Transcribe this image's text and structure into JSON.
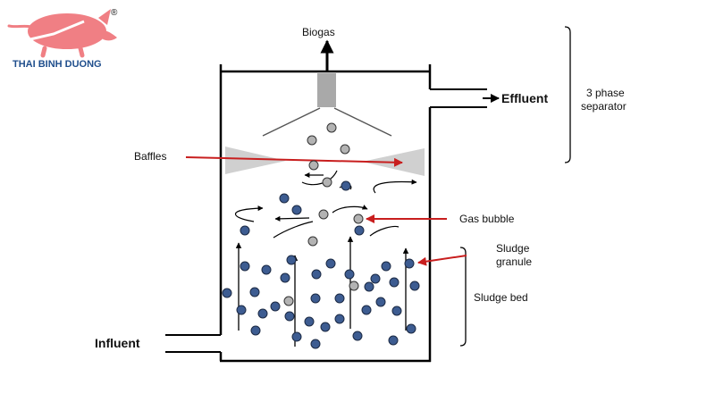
{
  "logo": {
    "brand_text": "THAI BINH DUONG",
    "registered_mark": "®"
  },
  "labels": {
    "biogas": "Biogas",
    "effluent": "Effluent",
    "three_phase_line1": "3 phase",
    "three_phase_line2": "separator",
    "baffles": "Baffles",
    "gas_bubble": "Gas bubble",
    "sludge_granule_line1": "Sludge",
    "sludge_granule_line2": "granule",
    "sludge_bed": "Sludge bed",
    "influent": "Influent"
  },
  "colors": {
    "sludge_granule": "#3d5c91",
    "gas_bubble": "#b3b3b3",
    "pointer_arrow": "#c81e1e",
    "baffle_fill": "#d0d0d0",
    "logo_pig": "#f07f84",
    "brand_text": "#1f4e8c"
  }
}
